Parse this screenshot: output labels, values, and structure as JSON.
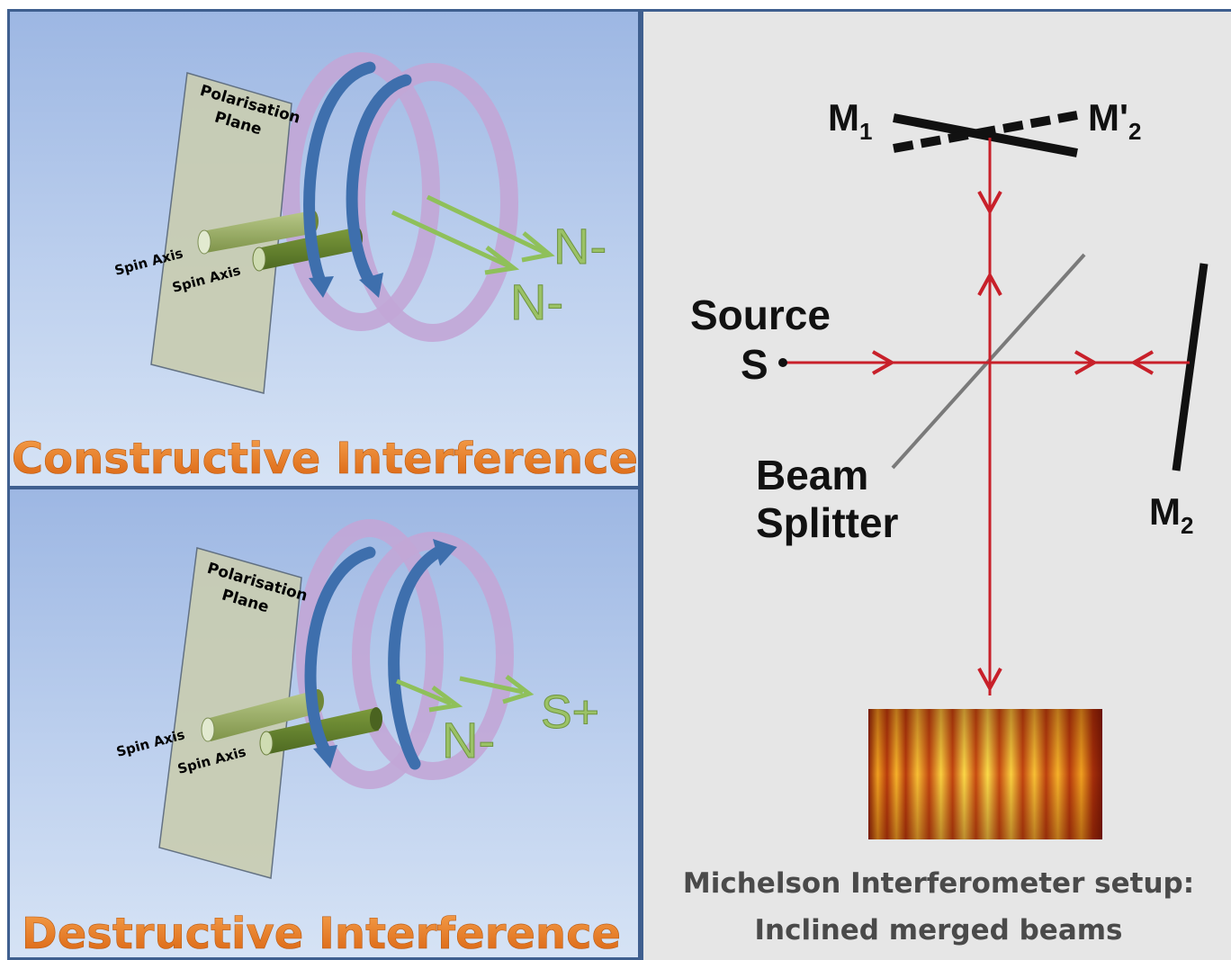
{
  "top_panel": {
    "plane_label_1": "Polarisation",
    "plane_label_2": "Plane",
    "spin_axis_1": "Spin Axis",
    "spin_axis_2": "Spin Axis",
    "pole_1": "N-",
    "pole_2": "N-",
    "title": "Constructive Interference"
  },
  "bottom_panel": {
    "plane_label_1": "Polarisation",
    "plane_label_2": "Plane",
    "spin_axis_1": "Spin Axis",
    "spin_axis_2": "Spin Axis",
    "pole_1": "N-",
    "pole_2": "S+",
    "title": "Destructive Interference"
  },
  "interferometer": {
    "m1_label": "M",
    "m1_sub": "1",
    "m2prime_label": "M'",
    "m2prime_sub": "2",
    "m2_label": "M",
    "m2_sub": "2",
    "source_label_1": "Source",
    "source_label_2": "S",
    "splitter_label_1": "Beam",
    "splitter_label_2": "Splitter",
    "caption_line_1": "Michelson Interferometer setup:",
    "caption_line_2": "Inclined merged beams"
  },
  "colors": {
    "ring": "#c2a6d6",
    "arrow_blue": "#3e6fad",
    "arrow_green": "#8fc05a",
    "title_orange": "#e8741a",
    "beam_red": "#c8202a"
  }
}
